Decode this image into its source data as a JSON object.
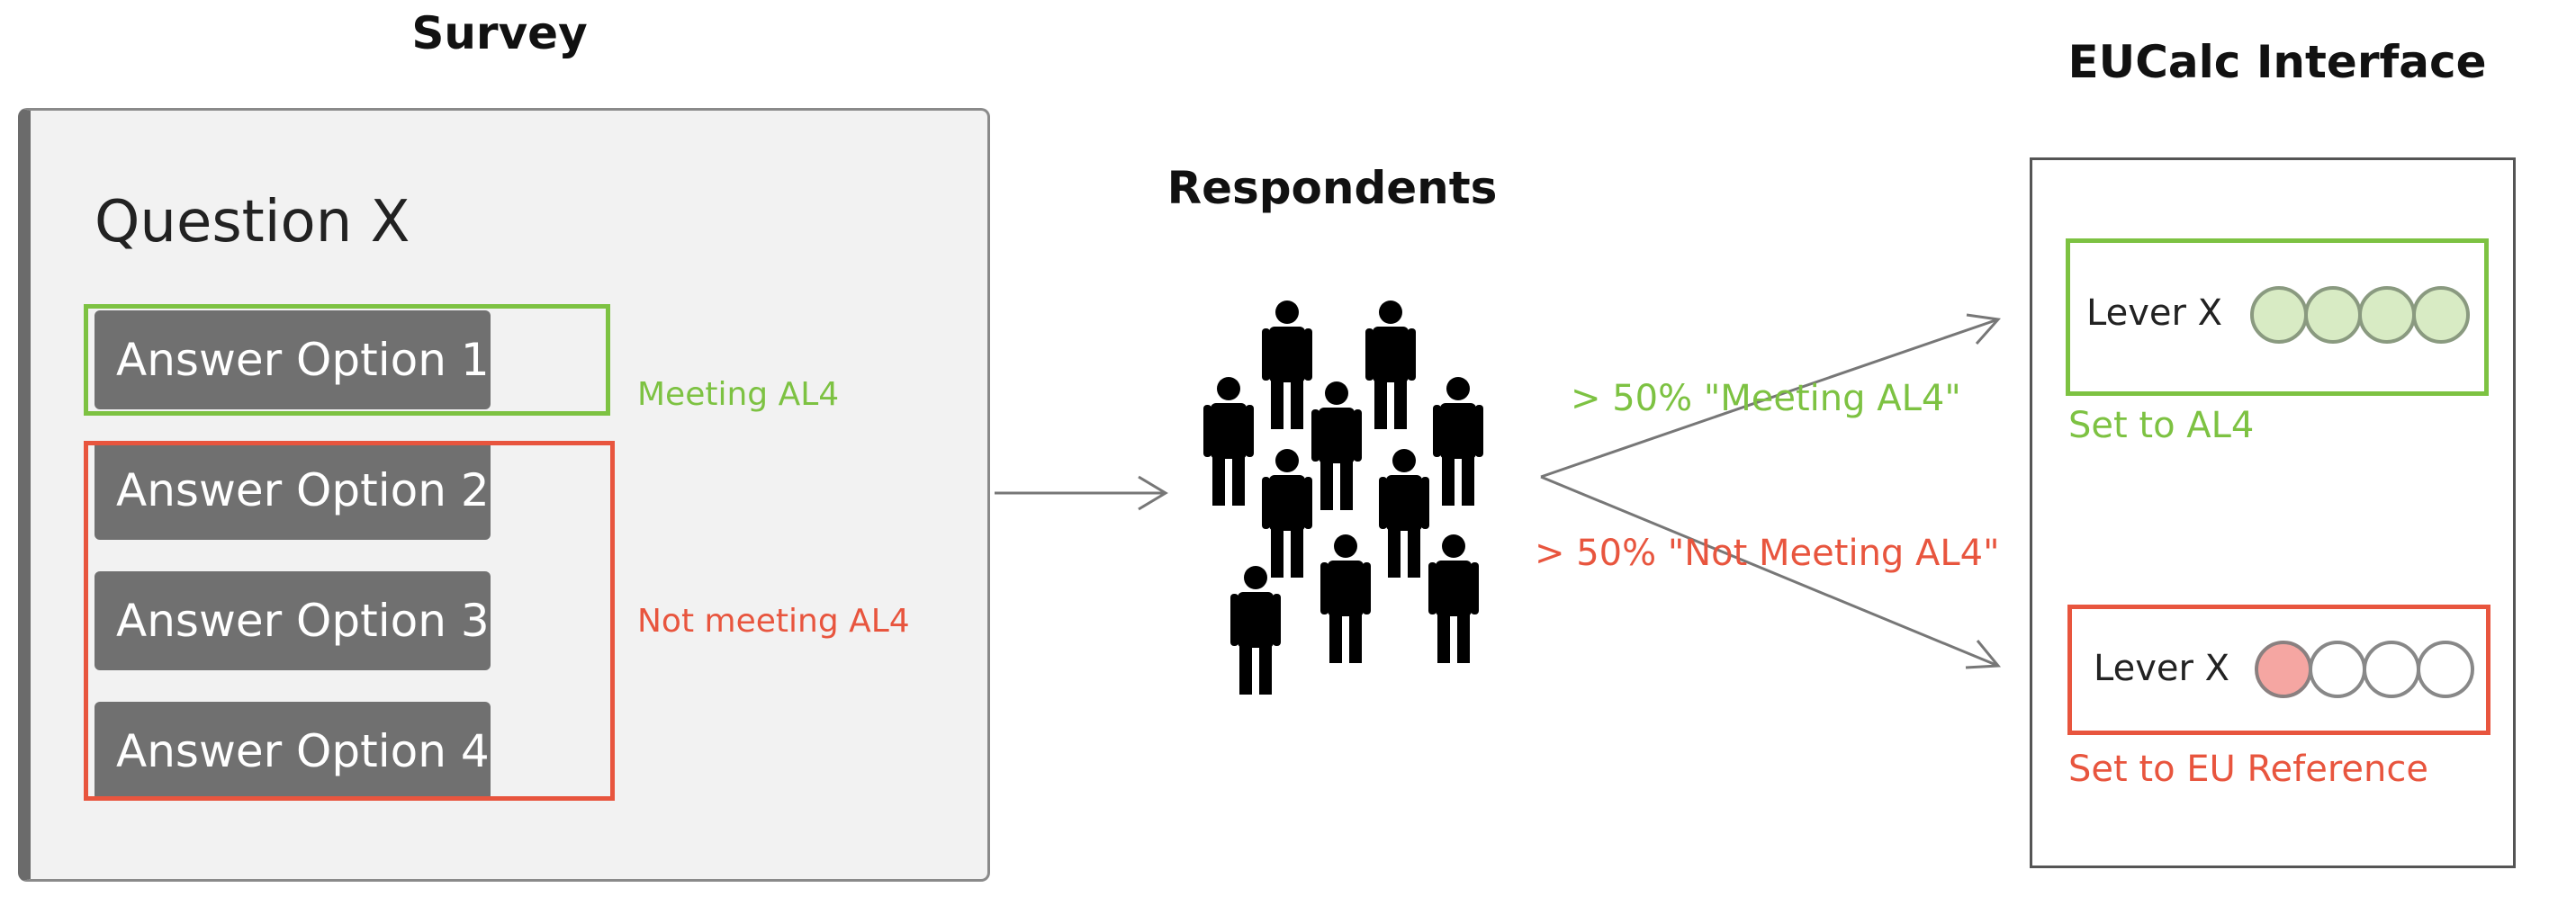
{
  "survey": {
    "title": "Survey",
    "question": "Question X",
    "answers": [
      "Answer Option 1",
      "Answer Option 2",
      "Answer Option 3",
      "Answer Option 4"
    ],
    "meeting_label": "Meeting AL4",
    "not_meeting_label": "Not meeting AL4"
  },
  "respondents": {
    "title": "Respondents",
    "branch_green": "> 50% \"Meeting AL4\"",
    "branch_red": "> 50% \"Not Meeting AL4\""
  },
  "eucalc": {
    "title": "EUCalc Interface",
    "lever_top": {
      "label": "Lever X",
      "result": "Set to AL4"
    },
    "lever_bottom": {
      "label": "Lever X",
      "result": "Set to EU Reference"
    }
  },
  "colors": {
    "green": "#7dc242",
    "red": "#e8553e",
    "answer_fill": "#707070",
    "green_circle": "#d8ebc4",
    "red_circle": "#f5a6a2"
  }
}
